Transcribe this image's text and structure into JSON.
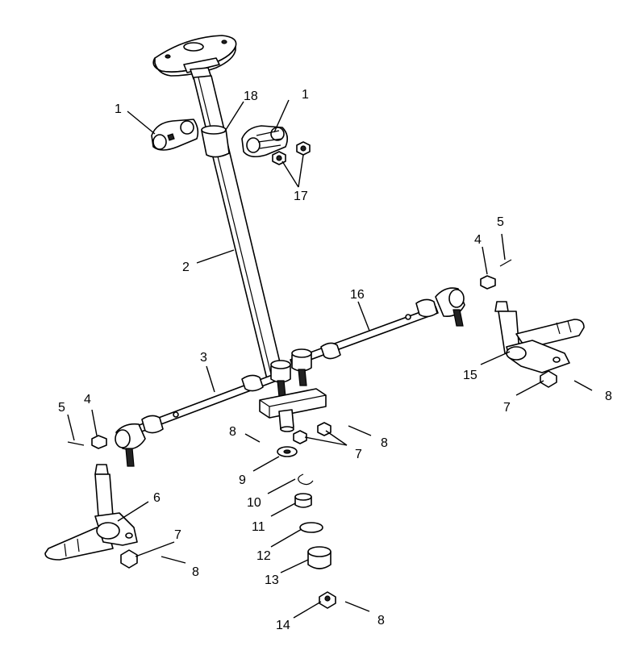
{
  "callouts": [
    {
      "id": "c1a",
      "text": "1"
    },
    {
      "id": "c1b",
      "text": "1"
    },
    {
      "id": "c18",
      "text": "18"
    },
    {
      "id": "c17",
      "text": "17"
    },
    {
      "id": "c2",
      "text": "2"
    },
    {
      "id": "c16",
      "text": "16"
    },
    {
      "id": "c3",
      "text": "3"
    },
    {
      "id": "c5a",
      "text": "5"
    },
    {
      "id": "c4a",
      "text": "4"
    },
    {
      "id": "c4b",
      "text": "4"
    },
    {
      "id": "c5b",
      "text": "5"
    },
    {
      "id": "c15",
      "text": "15"
    },
    {
      "id": "c7a",
      "text": "7"
    },
    {
      "id": "c8a",
      "text": "8"
    },
    {
      "id": "c8b",
      "text": "8"
    },
    {
      "id": "c8c",
      "text": "8"
    },
    {
      "id": "c7b",
      "text": "7"
    },
    {
      "id": "c9",
      "text": "9"
    },
    {
      "id": "c10",
      "text": "10"
    },
    {
      "id": "c11",
      "text": "11"
    },
    {
      "id": "c12",
      "text": "12"
    },
    {
      "id": "c13",
      "text": "13"
    },
    {
      "id": "c6",
      "text": "6"
    },
    {
      "id": "c7c",
      "text": "7"
    },
    {
      "id": "c8d",
      "text": "8"
    },
    {
      "id": "c14",
      "text": "14"
    },
    {
      "id": "c8e",
      "text": "8"
    }
  ]
}
